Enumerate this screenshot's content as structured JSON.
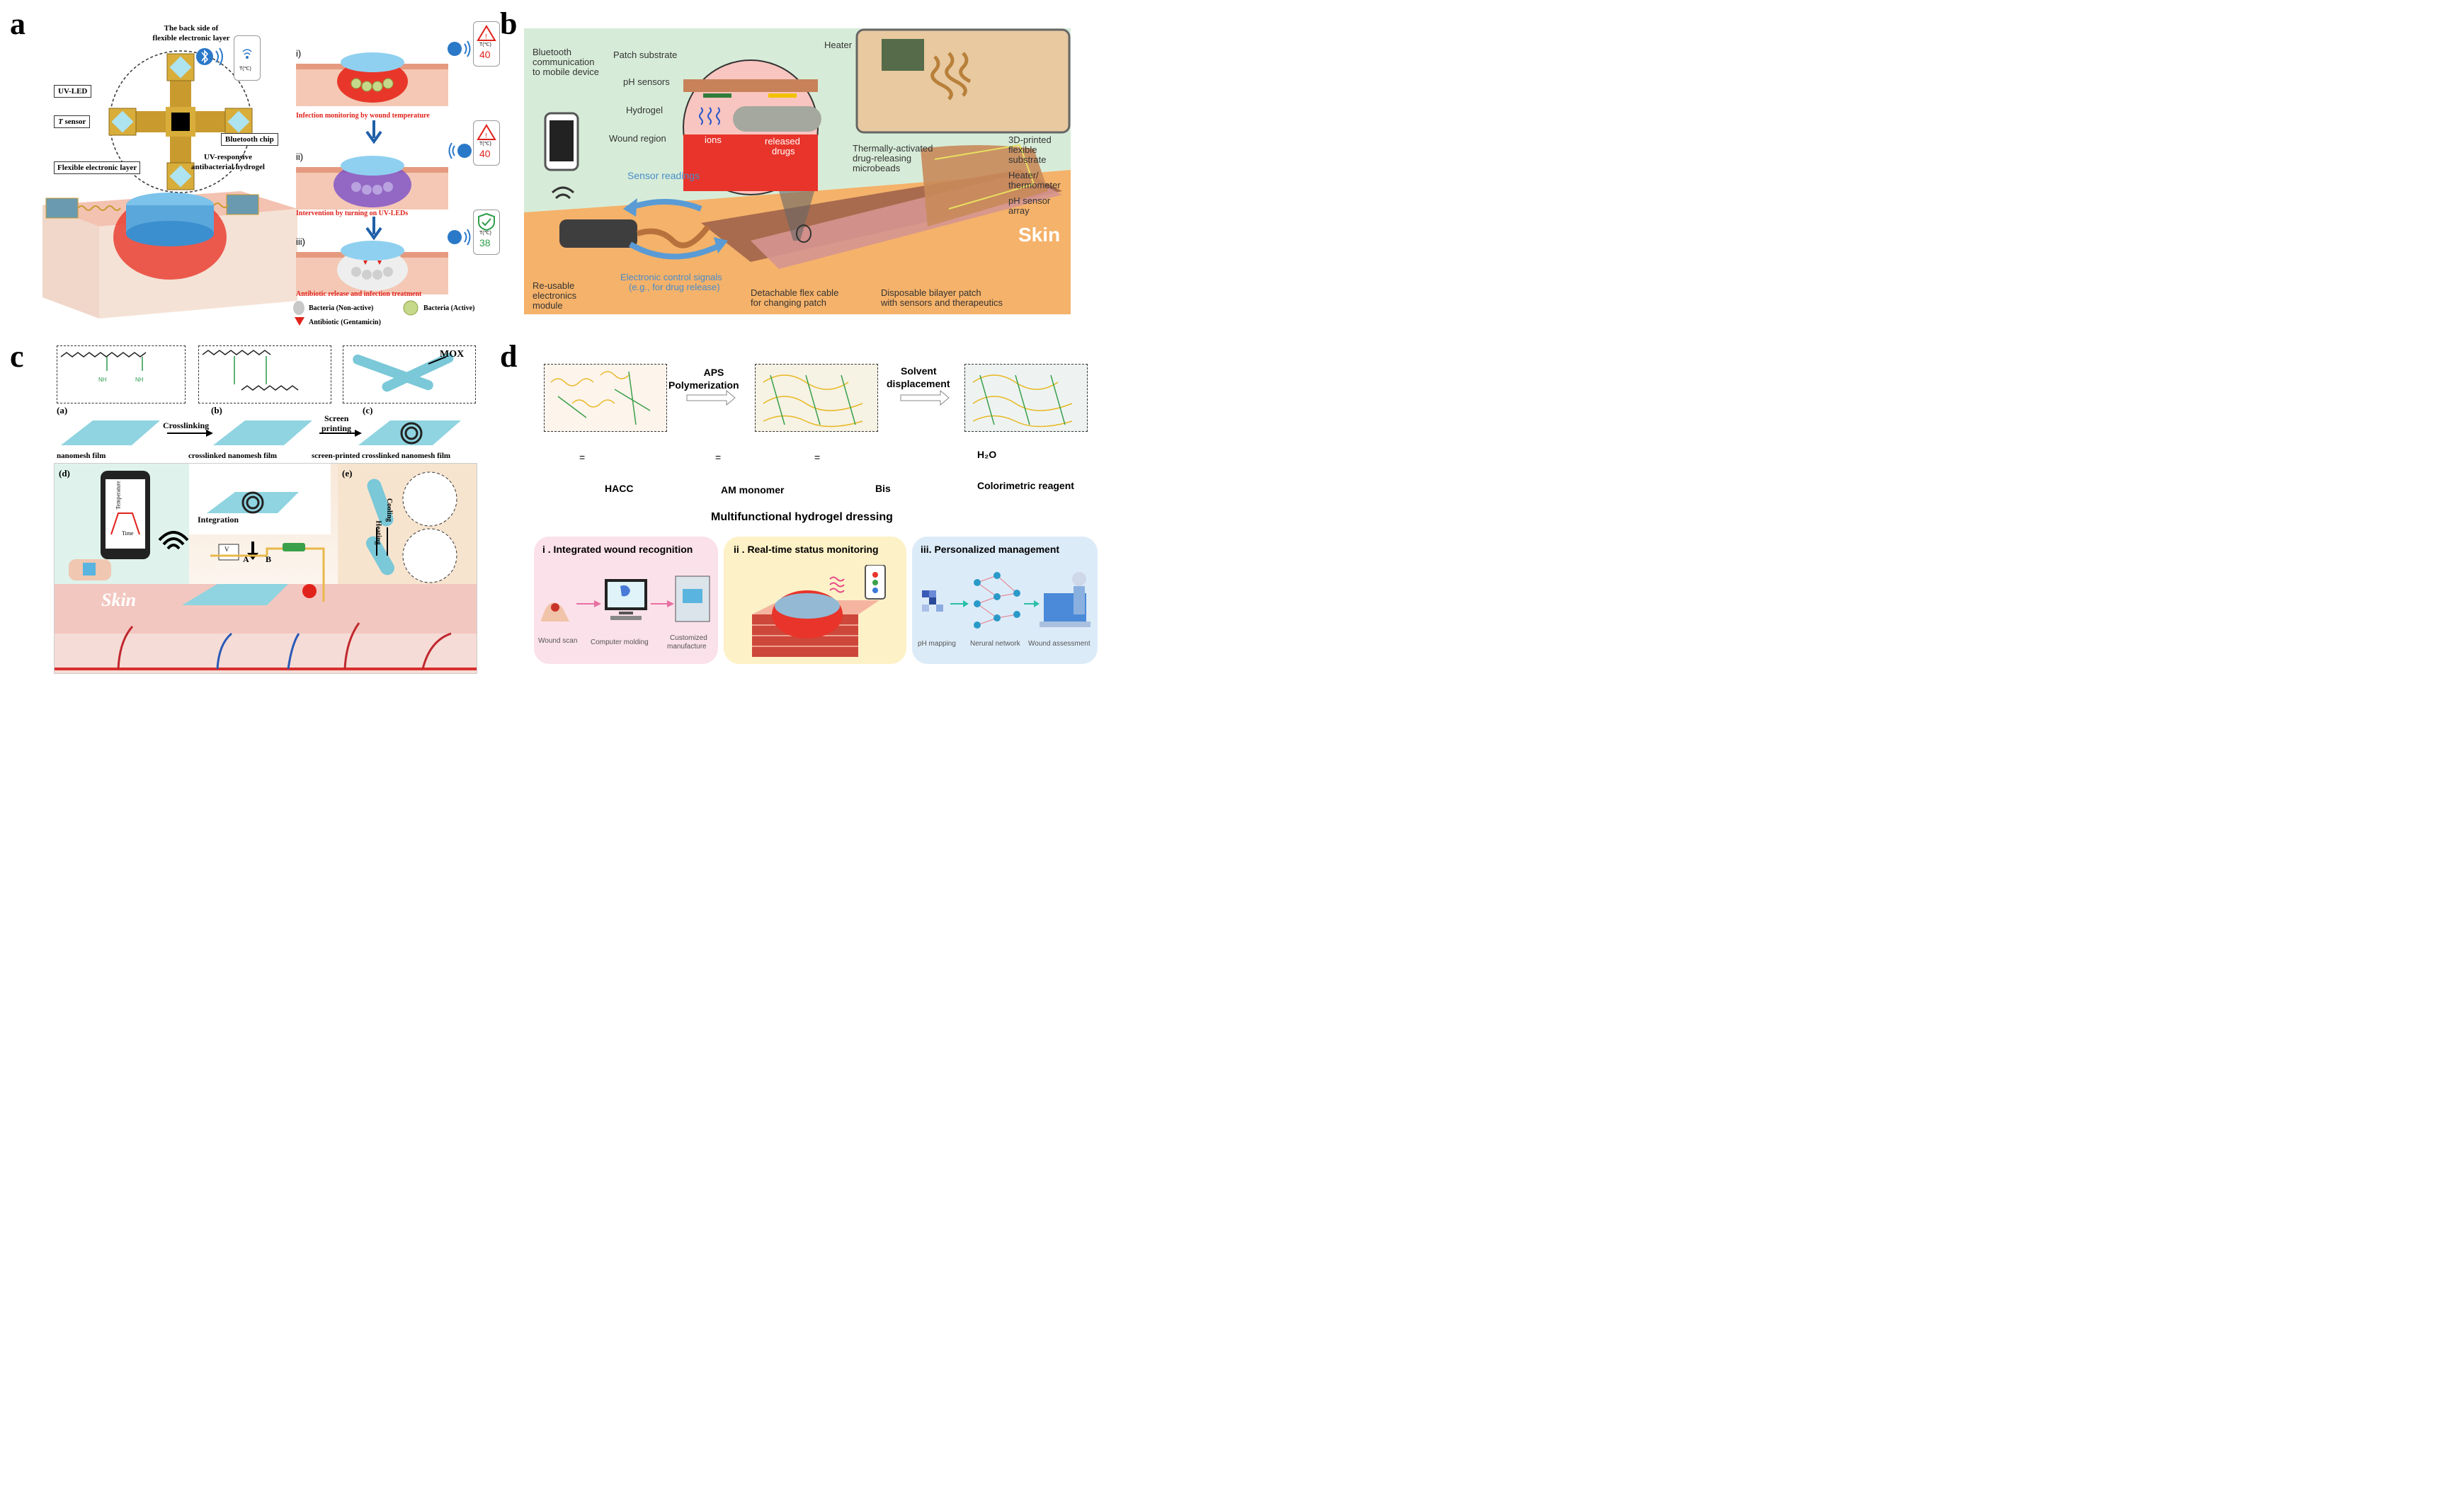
{
  "panel_labels": {
    "a": "a",
    "b": "b",
    "c": "c",
    "d": "d"
  },
  "panel_a": {
    "back_side_title_1": "The back side of",
    "back_side_title_2": "flexible electronic layer",
    "uv_led": "UV-LED",
    "t_sensor_t": "T",
    "t_sensor": " sensor",
    "bluetooth_chip": "Bluetooth chip",
    "flexible_layer": "Flexible electronic layer",
    "uv_hydrogel_1": "UV-responsive",
    "uv_hydrogel_2": "antibacterial hydrogel",
    "phone_temp_label": "T(℃)",
    "steps": [
      {
        "num": "i)",
        "caption": "Infection monitoring by wound temperature",
        "temp": "40",
        "status": "alert"
      },
      {
        "num": "ii)",
        "caption": "Intervention by turning on  UV-LEDs",
        "temp": "40",
        "status": "alert"
      },
      {
        "num": "iii)",
        "caption": "Antibiotic release and infection treatment",
        "temp": "38",
        "status": "ok"
      }
    ],
    "legend": {
      "bacteria_inactive": "Bacteria (Non-active)",
      "bacteria_active": "Bacteria (Active)",
      "antibiotic": "Antibiotic (Gentamicin)"
    }
  },
  "panel_b": {
    "bluetooth_1": "Bluetooth",
    "bluetooth_2": "communication",
    "bluetooth_3": "to mobile device",
    "patch_substrate": "Patch substrate",
    "ph_sensors": "pH sensors",
    "hydrogel": "Hydrogel",
    "wound_region": "Wound region",
    "heater": "Heater",
    "ions": "ions",
    "released_1": "released",
    "released_2": "drugs",
    "thermal_1": "Thermally-activated",
    "thermal_2": "drug-releasing",
    "thermal_3": "microbeads",
    "printed_1": "3D-printed",
    "printed_2": "flexible",
    "printed_3": "substrate",
    "heater_therm_1": "Heater/",
    "heater_therm_2": "thermometer",
    "ph_array_1": "pH sensor",
    "ph_array_2": "array",
    "sensor_readings": "Sensor readings",
    "skin": "Skin",
    "reusable_1": "Re-usable",
    "reusable_2": "electronics",
    "reusable_3": "module",
    "control_1": "Electronic control signals",
    "control_2": "(e.g., for drug release)",
    "flex_1": "Detachable flex cable",
    "flex_2": "for changing patch",
    "bilayer_1": "Disposable bilayer patch",
    "bilayer_2": "with sensors and therapeutics"
  },
  "panel_c": {
    "mox": "MOX",
    "sub_a": "(a)",
    "sub_b": "(b)",
    "sub_c": "(c)",
    "sub_d": "(d)",
    "sub_e": "(e)",
    "crosslinking": "Crosslinking",
    "screen_1": "Screen",
    "screen_2": "printing",
    "nanomesh": "nanomesh film",
    "crosslinked": "crosslinked nanomesh film",
    "screen_printed": "screen-printed crosslinked nanomesh film",
    "integration": "Integration",
    "temperature": "Temperature",
    "time": "Time",
    "heating": "Heating",
    "cooling": "Cooling",
    "skin": "Skin",
    "point_a": "A",
    "point_b": "B",
    "meter": "V"
  },
  "panel_d": {
    "aps_1": "APS",
    "aps_2": "Polymerization",
    "solvent_1": "Solvent",
    "solvent_2": "displacement",
    "hacc": "HACC",
    "am": "AM monomer",
    "bis": "Bis",
    "h2o": "H₂O",
    "colorimetric": "Colorimetric reagent",
    "equals": "=",
    "title": "Multifunctional hydrogel dressing",
    "box1_title": "i . Integrated wound recognition",
    "box2_title": "ii . Real-time status monitoring",
    "box3_title": "iii. Personalized management",
    "wound_scan": "Wound scan",
    "computer_molding": "Computer molding",
    "customized_1": "Customized",
    "customized_2": "manufacture",
    "ph_mapping": "pH mapping",
    "neural": "Nerural network",
    "assessment": "Wound assessment"
  }
}
